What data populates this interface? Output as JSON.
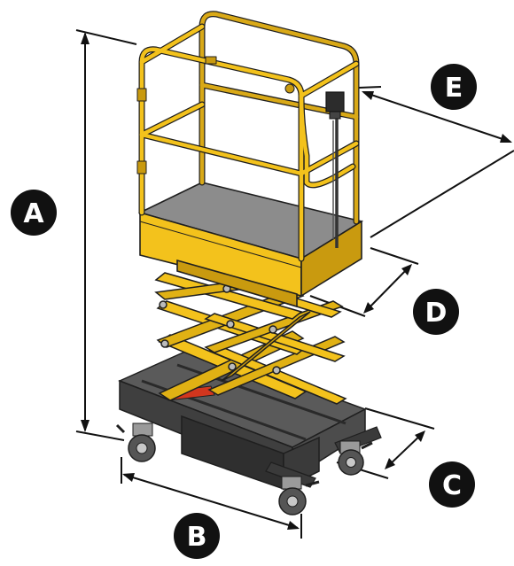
{
  "diagram": {
    "labels": {
      "a": "A",
      "b": "B",
      "c": "C",
      "d": "D",
      "e": "E"
    },
    "colors": {
      "platform_yellow": "#f3c21c",
      "platform_shadow": "#c99a0f",
      "outline": "#1f1f1f",
      "deck_gray": "#8c8c8c",
      "chassis_dark": "#4a4a4a",
      "chassis_light": "#6b6b6b",
      "lever_red": "#d2361e",
      "badge_black": "#111111"
    }
  }
}
